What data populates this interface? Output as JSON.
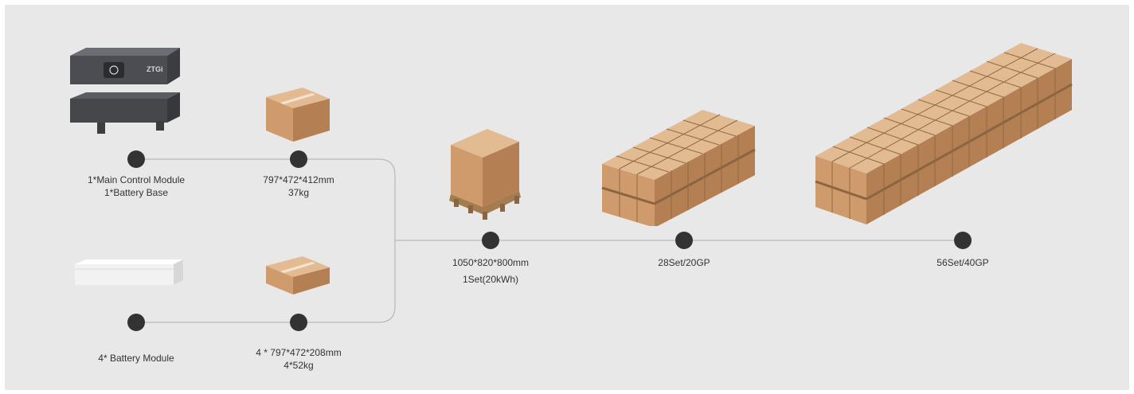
{
  "colors": {
    "panel": "#e8e8e8",
    "line": "#b8b8b8",
    "node": "#333333",
    "text": "#333333",
    "box_top": "#e3bb92",
    "box_front": "#cf9b6c",
    "box_side": "#b47f53",
    "tape": "#f3e4d0",
    "pallet": "#a37c4f",
    "device_dark": "#4b4d52",
    "device_light": "#f4f4f4"
  },
  "labels": {
    "main_control_line1": "1*Main Control Module",
    "main_control_line2": "1*Battery  Base",
    "main_box_dims": "797*472*412mm",
    "main_box_weight": "37kg",
    "battery_module": "4* Battery  Module",
    "battery_box_dims": "4 *  797*472*208mm",
    "battery_box_weight": "4*52kg",
    "pallet_dims": "1050*820*800mm",
    "pallet_set": "1Set(20kWh)",
    "container_20gp": "28Set/20GP",
    "container_40gp": "56Set/40GP"
  },
  "device": {
    "brand": "ZTGi"
  },
  "icons": {
    "main_module": "battery-control-module",
    "battery_module": "battery-module",
    "box": "cardboard-box",
    "pallet": "palletized-box",
    "container_20gp": "pallet-stack-20gp",
    "container_40gp": "pallet-stack-40gp"
  }
}
